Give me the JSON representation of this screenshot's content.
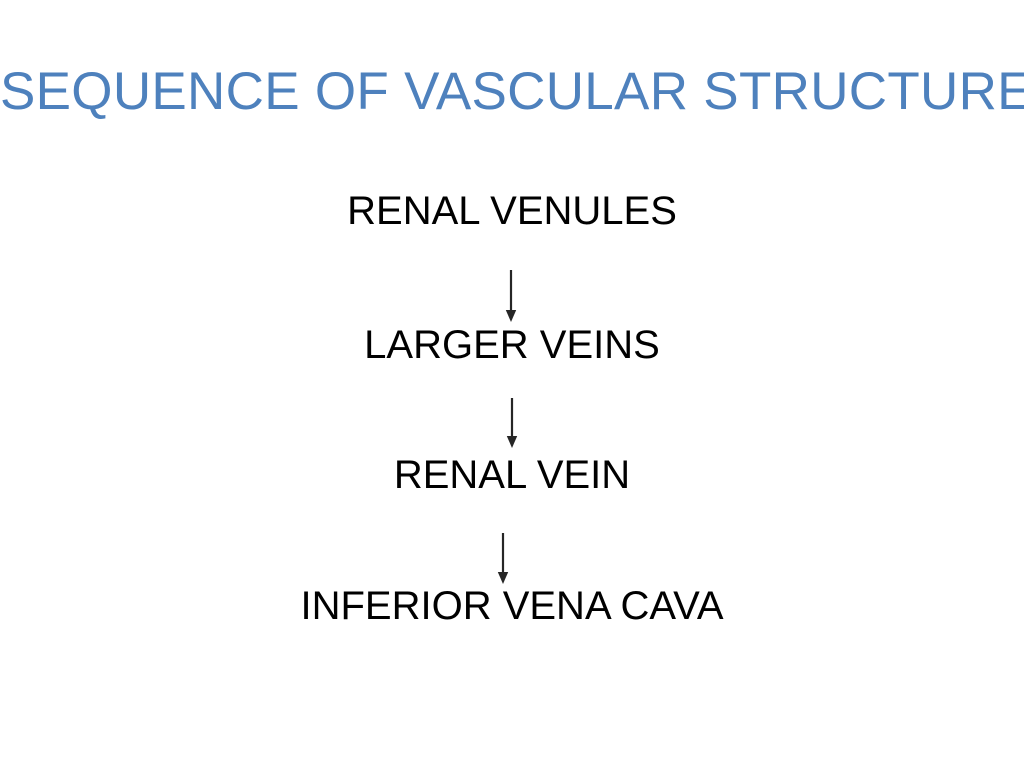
{
  "slide": {
    "background_color": "#FFFFFF",
    "title": "SEQUENCE OF VASCULAR STRUCTURES",
    "title_color": "#4E81BD",
    "body_text_color": "#000000",
    "arrow_color": "#262626"
  },
  "flow": {
    "direction": "top-to-bottom",
    "nodes": [
      {
        "label": "RENAL VENULES"
      },
      {
        "label": "LARGER VEINS"
      },
      {
        "label": "RENAL VEIN"
      },
      {
        "label": "INFERIOR VENA CAVA"
      }
    ],
    "connectors": [
      {
        "icon": "down-arrow-icon",
        "from": "RENAL VENULES",
        "to": "LARGER VEINS"
      },
      {
        "icon": "down-arrow-icon",
        "from": "LARGER VEINS",
        "to": "RENAL VEIN"
      },
      {
        "icon": "down-arrow-icon",
        "from": "RENAL VEIN",
        "to": "INFERIOR VENA CAVA"
      }
    ]
  }
}
